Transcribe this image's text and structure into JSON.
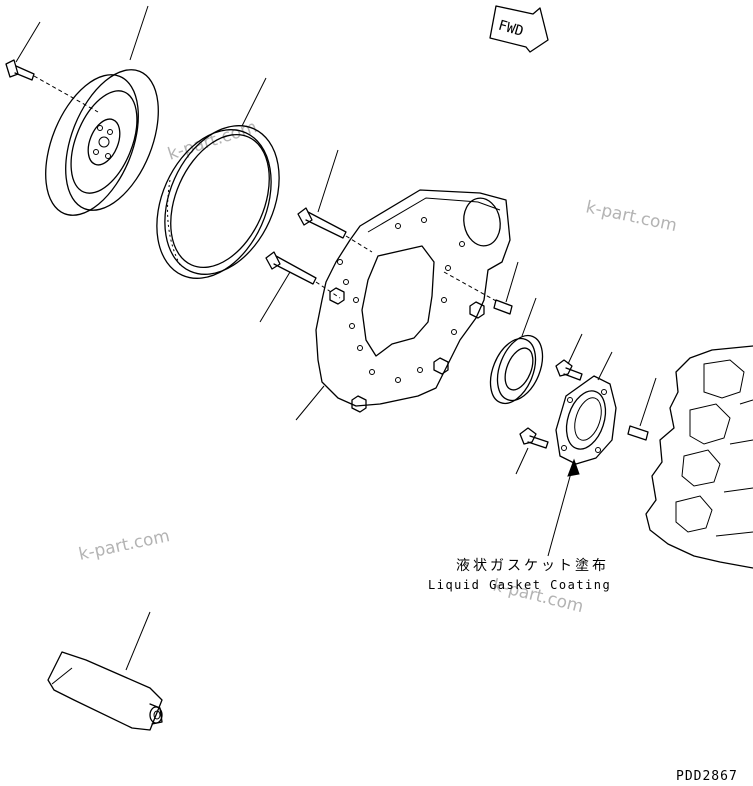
{
  "direction_label": "FWD",
  "note": {
    "japanese": "液状ガスケット塗布",
    "english": "Liquid Gasket Coating"
  },
  "figure_code": "PDD2867",
  "watermark": "k-part.com"
}
